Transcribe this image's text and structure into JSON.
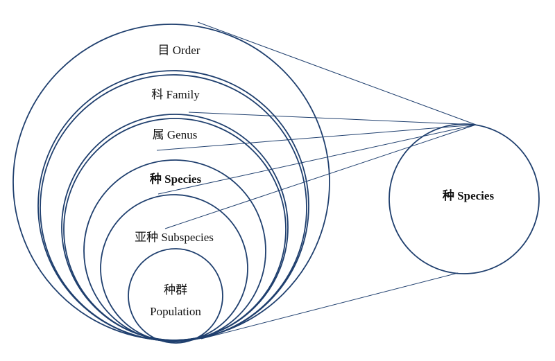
{
  "colors": {
    "stroke": "#1f3f6e",
    "text": "#111111",
    "background": "#ffffff"
  },
  "diagram": {
    "nested_levels": [
      {
        "id": "order",
        "label": "目 Order"
      },
      {
        "id": "family",
        "label": "科 Family"
      },
      {
        "id": "genus",
        "label": "属 Genus"
      },
      {
        "id": "species",
        "label": "种 Species"
      },
      {
        "id": "subspecies",
        "label": "亚种 Subspecies"
      },
      {
        "id": "population",
        "label_line1": "种群",
        "label_line2": "Population"
      }
    ],
    "zoom_circle": {
      "label": "种 Species"
    }
  }
}
